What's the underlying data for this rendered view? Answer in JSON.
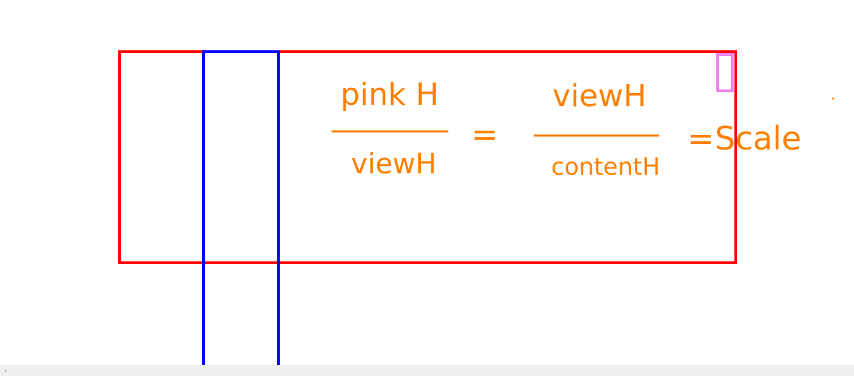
{
  "colors": {
    "red_box": "#ff0000",
    "blue_box": "#0000ff",
    "pink_box": "#ee82ee",
    "ink": "#ff8000",
    "scrollbar": "#f0f0f0"
  },
  "formula": {
    "left_numerator": "pink H",
    "left_denominator": "viewH",
    "equals_1": "=",
    "right_numerator": "viewH",
    "right_denominator": "contentH",
    "equals_2": "=",
    "result": "Scale"
  },
  "scrollbar": {
    "left_arrow_icon": "chevron-left-icon",
    "left_arrow_glyph": "‹"
  }
}
